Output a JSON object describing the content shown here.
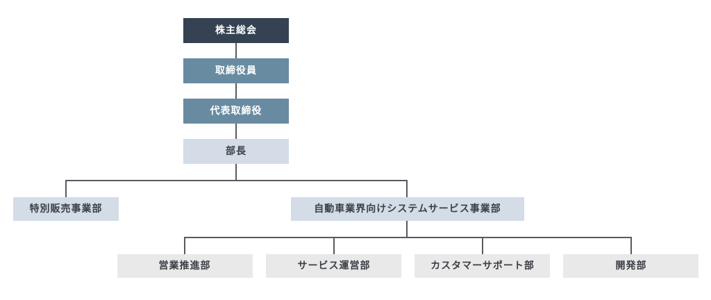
{
  "org_chart": {
    "nodes": {
      "shareholders_meeting": "株主総会",
      "board_of_directors": "取締役員",
      "representative_director": "代表取締役",
      "general_manager": "部長",
      "special_sales_dept": "特別販売事業部",
      "automotive_system_service_dept": "自動車業界向けシステムサービス事業部",
      "sales_promotion_dept": "営業推進部",
      "service_operations_dept": "サービス運営部",
      "customer_support_dept": "カスタマーサポート部",
      "development_dept": "開発部"
    },
    "colors": {
      "top": "#344252",
      "executive": "#688ba1",
      "manager": "#d3dce7",
      "department": "#e9e9e9",
      "line": "#555a60"
    }
  }
}
